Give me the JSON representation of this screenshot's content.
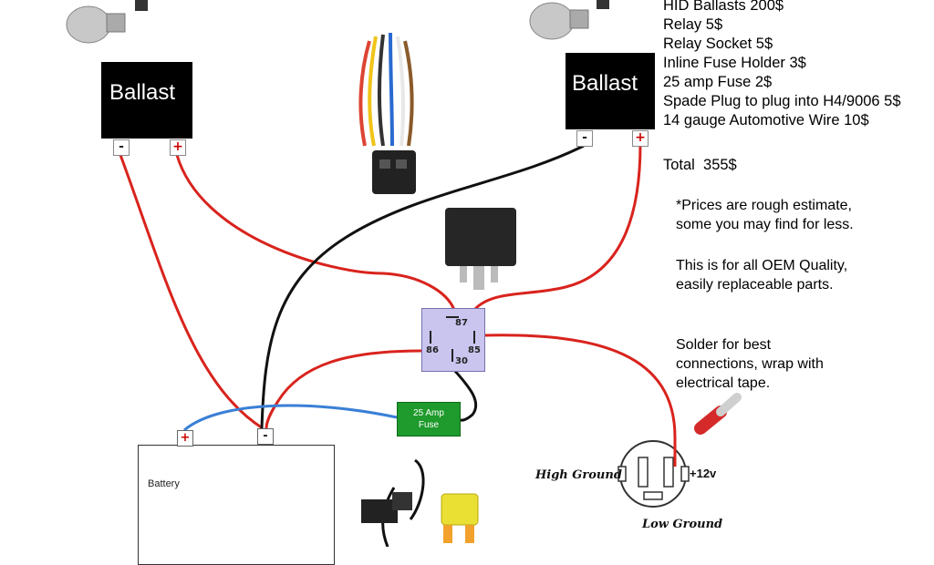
{
  "ballasts": [
    {
      "label": "Ballast",
      "neg": "-",
      "pos": "+"
    },
    {
      "label": "Ballast",
      "neg": "-",
      "pos": "+"
    }
  ],
  "parts_list": [
    "HID Ballasts 200$",
    "Relay 5$",
    "Relay Socket 5$",
    "Inline Fuse Holder 3$",
    "25 amp Fuse 2$",
    "Spade Plug to plug into H4/9006 5$",
    "14 gauge Automotive Wire 10$"
  ],
  "total": "Total  355$",
  "notes": {
    "prices": [
      "*Prices are rough estimate,",
      "some you may find for less."
    ],
    "quality": [
      "This is for all OEM Quality,",
      "easily replaceable parts."
    ],
    "solder": [
      "Solder for best",
      "connections, wrap with",
      "electrical tape."
    ]
  },
  "relay": {
    "pin87": "87",
    "pin86": "86",
    "pin85": "85",
    "pin30": "30"
  },
  "fuse": {
    "line1": "25 Amp",
    "line2": "Fuse"
  },
  "battery": {
    "label": "Battery",
    "pos": "+",
    "neg": "-"
  },
  "headlight": {
    "high_ground": "High Ground",
    "low_ground": "Low Ground",
    "plus12": "+12v"
  },
  "colors": {
    "wire_red": "#d9231d",
    "wire_black": "#111111",
    "wire_blue": "#3a7fd6",
    "relay_fill": "#c9c5ef",
    "fuse_fill": "#1f9a2c"
  }
}
